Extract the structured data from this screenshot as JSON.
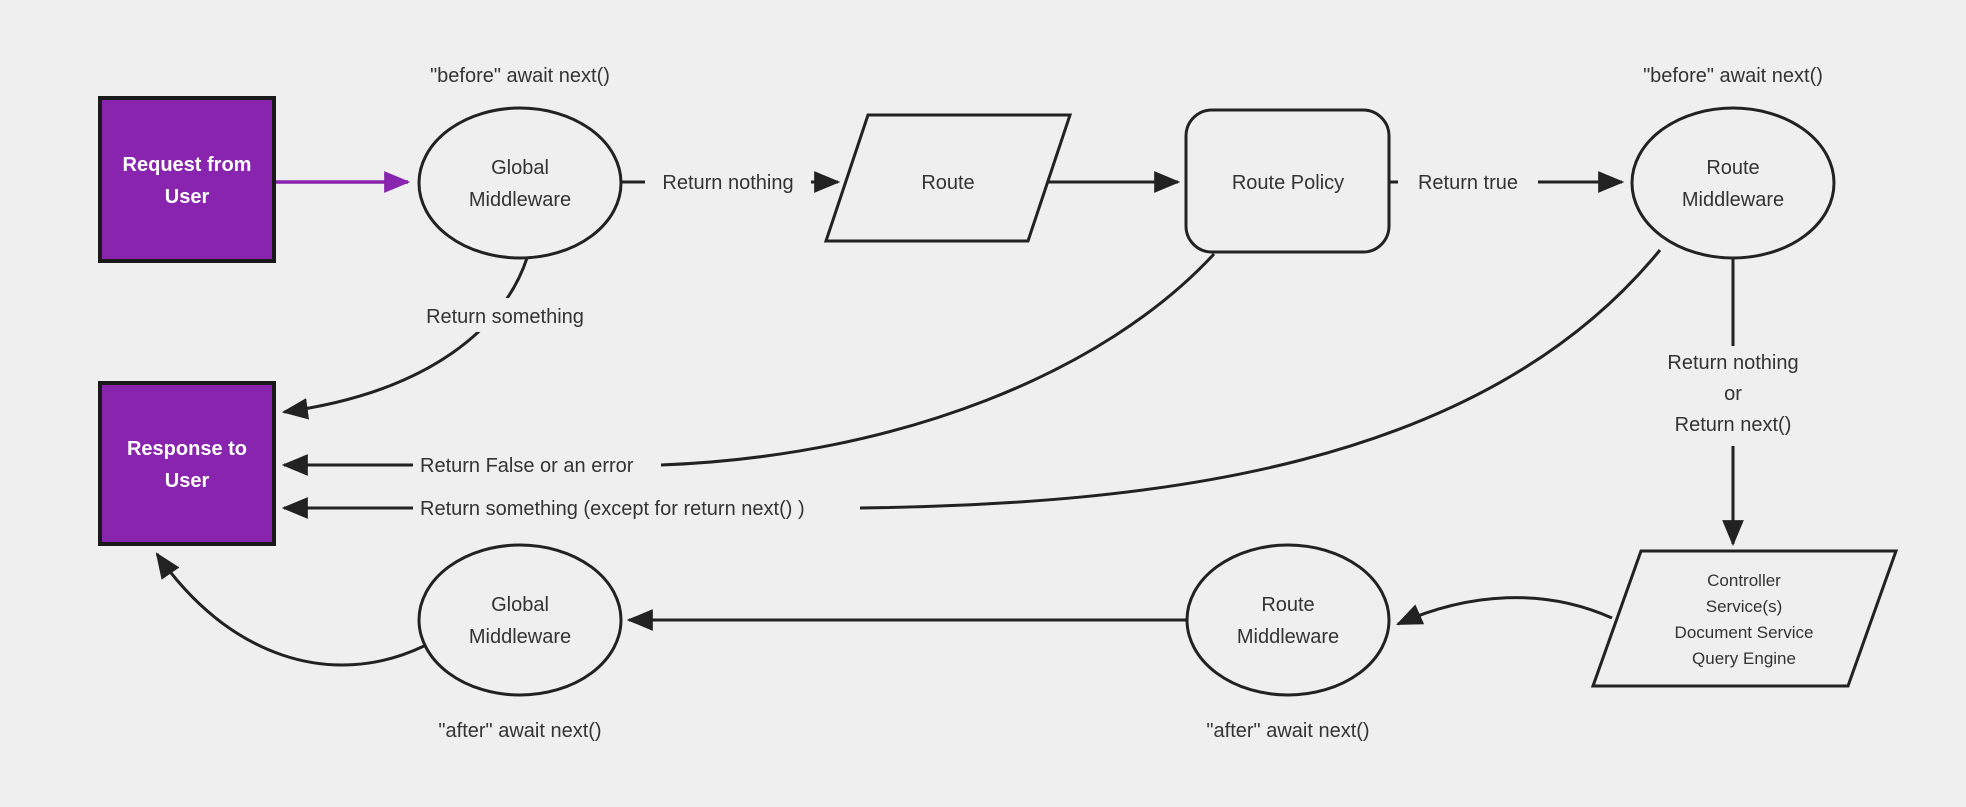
{
  "colors": {
    "background": "#efefef",
    "stroke": "#222222",
    "text": "#333333",
    "accent": "#8824ad",
    "box_text": "#ffffff"
  },
  "nodes": {
    "request_box": {
      "line1": "Request from",
      "line2": "User"
    },
    "global_middleware_top": {
      "line1": "Global",
      "line2": "Middleware"
    },
    "route": {
      "label": "Route"
    },
    "route_policy": {
      "label": "Route Policy"
    },
    "route_middleware_top": {
      "line1": "Route",
      "line2": "Middleware"
    },
    "controller_block": {
      "line1": "Controller",
      "line2": "Service(s)",
      "line3": "Document Service",
      "line4": "Query Engine"
    },
    "route_middleware_bottom": {
      "line1": "Route",
      "line2": "Middleware"
    },
    "global_middleware_bottom": {
      "line1": "Global",
      "line2": "Middleware"
    },
    "response_box": {
      "line1": "Response to",
      "line2": "User"
    }
  },
  "labels": {
    "before_await_next_left": "\"before\" await next()",
    "before_await_next_right": "\"before\" await next()",
    "return_nothing": "Return nothing",
    "return_true": "Return true",
    "return_something": "Return something",
    "return_false_or_error": "Return False or an error",
    "return_something_except": "Return something (except for return next() )",
    "return_nothing_or_line1": "Return nothing",
    "return_nothing_or_line2": "or",
    "return_nothing_or_line3": "Return next()",
    "after_await_next_left": "\"after\" await next()",
    "after_await_next_right": "\"after\" await next()"
  }
}
